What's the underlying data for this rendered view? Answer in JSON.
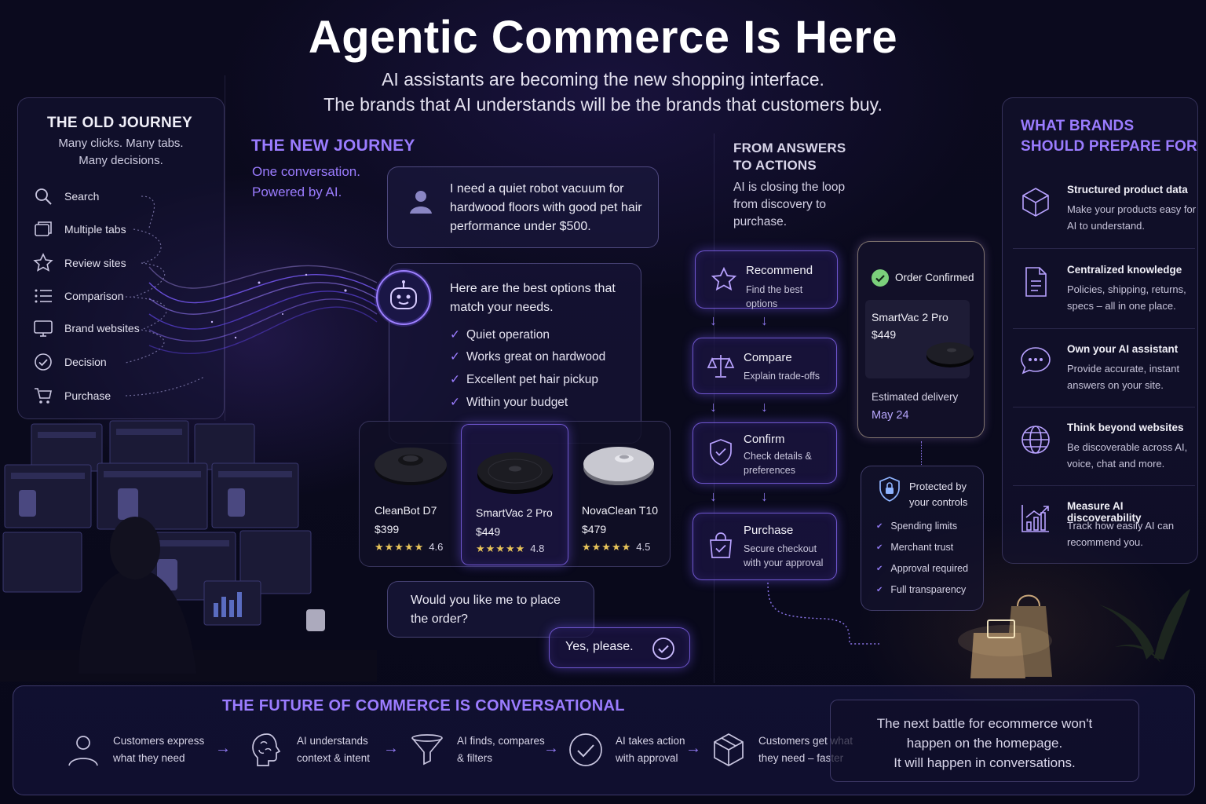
{
  "header": {
    "title": "Agentic Commerce Is Here",
    "subtitle_1": "AI assistants are becoming the new shopping interface.",
    "subtitle_2": "The brands that AI understands will be the brands that customers buy."
  },
  "old_journey": {
    "heading": "THE OLD JOURNEY",
    "desc_1": "Many clicks. Many tabs.",
    "desc_2": "Many decisions.",
    "items": [
      {
        "label": "Search",
        "icon": "search-icon"
      },
      {
        "label": "Multiple tabs",
        "icon": "tabs-icon"
      },
      {
        "label": "Review sites",
        "icon": "star-icon"
      },
      {
        "label": "Comparison",
        "icon": "list-icon"
      },
      {
        "label": "Brand websites",
        "icon": "monitor-icon"
      },
      {
        "label": "Decision",
        "icon": "check-circle-icon"
      },
      {
        "label": "Purchase",
        "icon": "cart-icon"
      }
    ]
  },
  "new_journey": {
    "heading": "THE NEW JOURNEY",
    "desc_1": "One conversation.",
    "desc_2": "Powered by AI.",
    "user_message": "I need a quiet robot vacuum for hardwood floors with good pet hair performance under $500.",
    "ai_message": "Here are the best options that match your needs.",
    "checks": [
      "Quiet operation",
      "Works great on hardwood",
      "Excellent pet hair pickup",
      "Within your budget"
    ],
    "check_mark": "✓",
    "products": [
      {
        "name": "CleanBot D7",
        "price": "$399",
        "stars": "★★★★★",
        "rating": "4.6"
      },
      {
        "name": "SmartVac 2 Pro",
        "price": "$449",
        "stars": "★★★★★",
        "rating": "4.8"
      },
      {
        "name": "NovaClean T10",
        "price": "$479",
        "stars": "★★★★★",
        "rating": "4.5"
      }
    ],
    "question": "Would you like me to place the order?",
    "reply": "Yes, please."
  },
  "answers_to_actions": {
    "heading_1": "FROM ANSWERS",
    "heading_2": "TO ACTIONS",
    "desc": "AI is closing the loop from discovery to purchase.",
    "steps": [
      {
        "title": "Recommend",
        "desc": "Find the best options",
        "icon": "star-icon"
      },
      {
        "title": "Compare",
        "desc": "Explain trade-offs",
        "icon": "scale-icon"
      },
      {
        "title": "Confirm",
        "desc": "Check details & preferences",
        "icon": "shield-check-icon"
      },
      {
        "title": "Purchase",
        "desc": "Secure checkout with your approval",
        "icon": "bag-check-icon"
      }
    ],
    "order": {
      "status": "Order Confirmed",
      "product": "SmartVac 2 Pro",
      "price": "$449",
      "delivery_label": "Estimated delivery",
      "delivery_date": "May 24"
    },
    "protection": {
      "title_1": "Protected by",
      "title_2": "your controls",
      "items": [
        "Spending limits",
        "Merchant trust",
        "Approval required",
        "Full transparency"
      ]
    }
  },
  "brands_prepare": {
    "heading_1": "WHAT BRANDS",
    "heading_2": "SHOULD PREPARE FOR",
    "items": [
      {
        "title": "Structured product data",
        "desc": "Make your products easy for AI to understand.",
        "icon": "cube-icon"
      },
      {
        "title": "Centralized knowledge",
        "desc": "Policies, shipping, returns, specs – all in one place.",
        "icon": "document-icon"
      },
      {
        "title": "Own your AI assistant",
        "desc": "Provide accurate, instant answers on your site.",
        "icon": "chat-icon"
      },
      {
        "title": "Think beyond websites",
        "desc": "Be discoverable across AI, voice, chat and more.",
        "icon": "globe-icon"
      },
      {
        "title": "Measure AI discoverability",
        "desc": "Track how easily AI can recommend you.",
        "icon": "chart-icon"
      }
    ]
  },
  "future": {
    "heading": "THE FUTURE OF COMMERCE IS CONVERSATIONAL",
    "steps": [
      {
        "line_1": "Customers express",
        "line_2": "what they need",
        "icon": "person-icon"
      },
      {
        "line_1": "AI understands",
        "line_2": "context & intent",
        "icon": "brain-icon"
      },
      {
        "line_1": "AI finds, compares",
        "line_2": "& filters",
        "icon": "funnel-icon"
      },
      {
        "line_1": "AI takes action",
        "line_2": "with approval",
        "icon": "check-circle-icon"
      },
      {
        "line_1": "Customers get what",
        "line_2": "they need – faster",
        "icon": "package-icon"
      }
    ],
    "arrow": "→",
    "quote_1": "The next battle for ecommerce won't",
    "quote_2": "happen on the homepage.",
    "quote_3": "It will happen in conversations."
  },
  "colors": {
    "background": "#0b0a1e",
    "accent_purple": "#9b7cff",
    "glow_border": "#8c6eff",
    "star_gold": "#e8c45a",
    "confirm_green": "#7bd07b"
  }
}
